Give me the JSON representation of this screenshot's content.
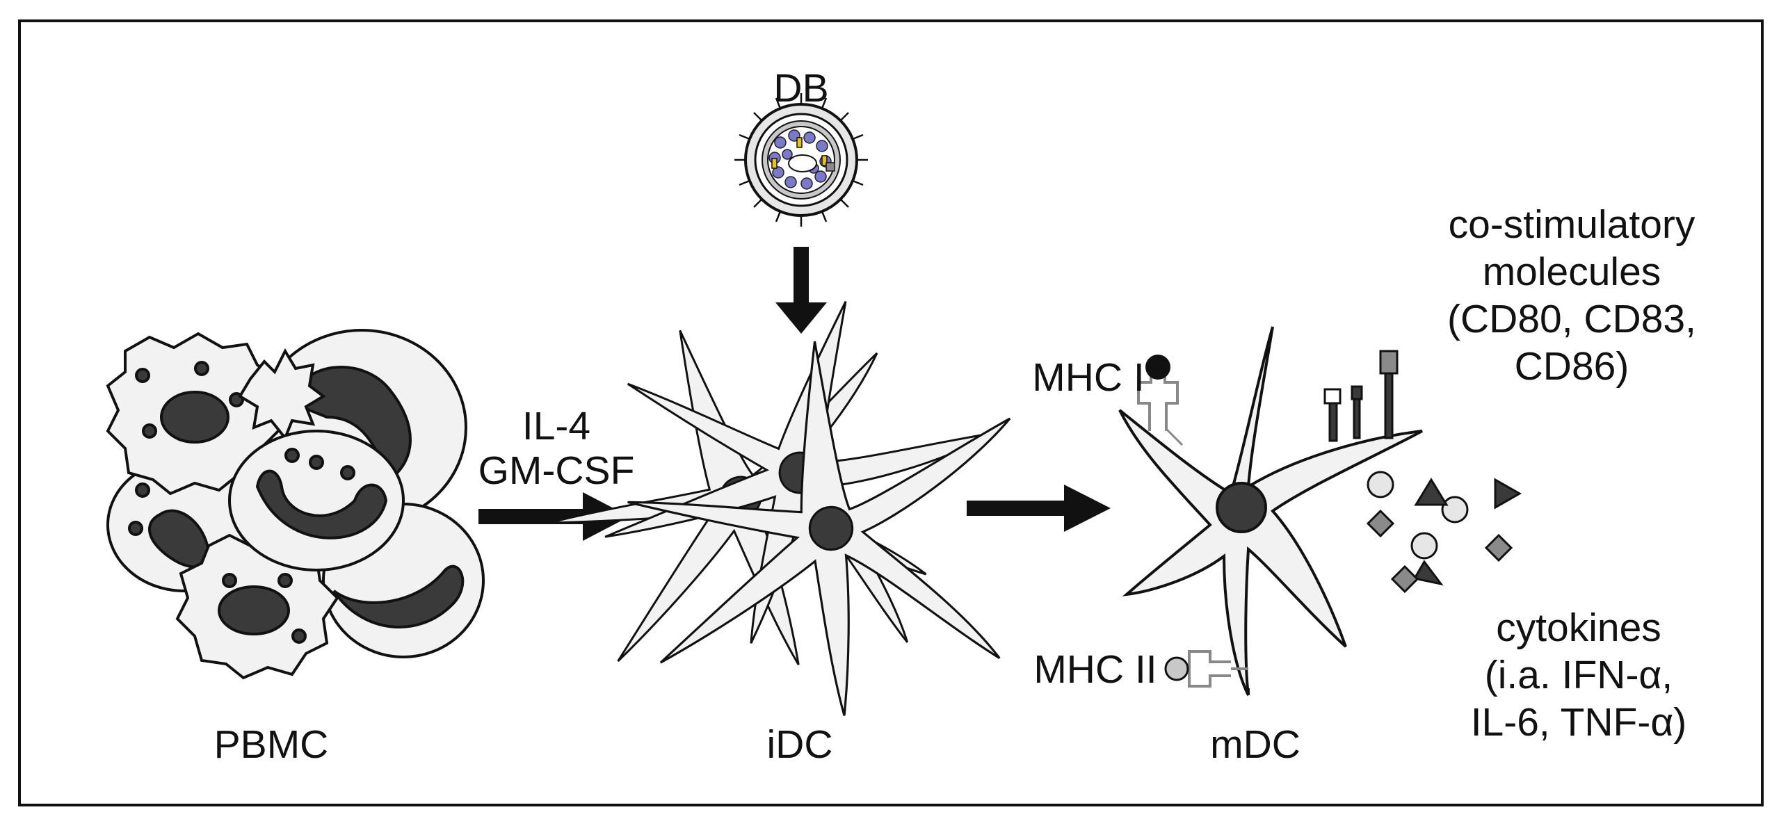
{
  "labels": {
    "db": "DB",
    "cytokines_treatment_line1": "IL-4",
    "cytokines_treatment_line2": "GM-CSF",
    "pbmc": "PBMC",
    "idc": "iDC",
    "mdc": "mDC",
    "mhc1": "MHC I",
    "mhc2": "MHC II",
    "costim_line1": "co-stimulatory",
    "costim_line2": "molecules",
    "costim_line3": "(CD80, CD83,",
    "costim_line4": "CD86)",
    "cytokines_line1": "cytokines",
    "cytokines_line2": "(i.a. IFN-α,",
    "cytokines_line3": "IL-6, TNF-α)"
  },
  "colors": {
    "outline": "#111111",
    "cell_fill": "#f2f2f2",
    "nucleus": "#3a3a3a",
    "db_protein": "#7b79c9",
    "db_yellow": "#e8c21c",
    "marker_grey": "#8a8a8a"
  }
}
